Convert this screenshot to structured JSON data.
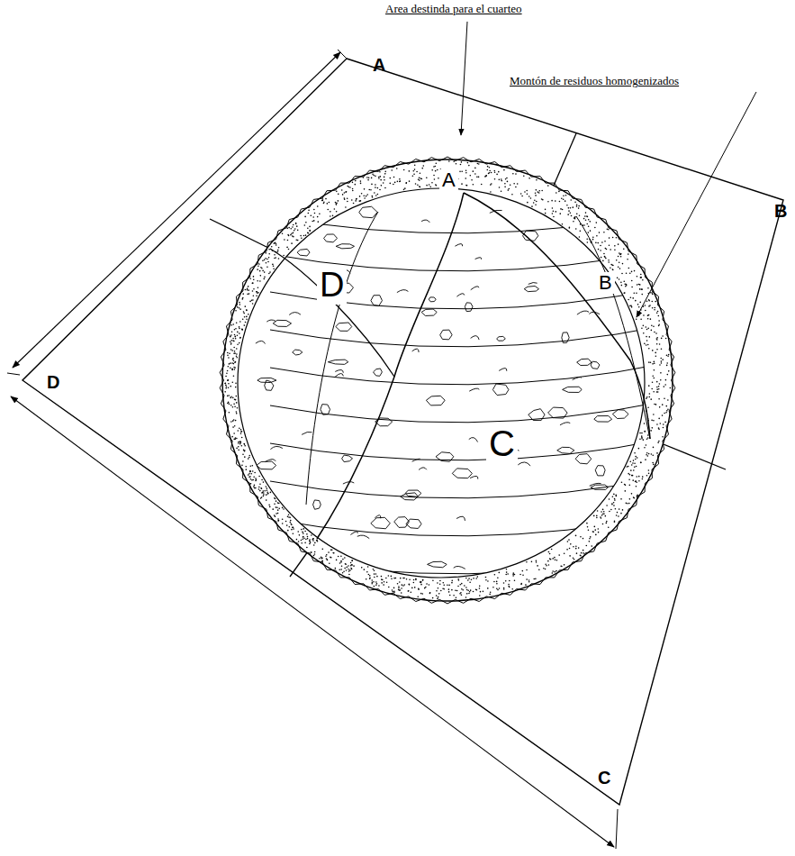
{
  "diagram": {
    "labels": [
      "Area destinda para el cuarteo",
      "Montón de residuos homogenizados",
      "A",
      "A",
      "B",
      "D",
      "B",
      "D",
      "C",
      "C"
    ]
  }
}
